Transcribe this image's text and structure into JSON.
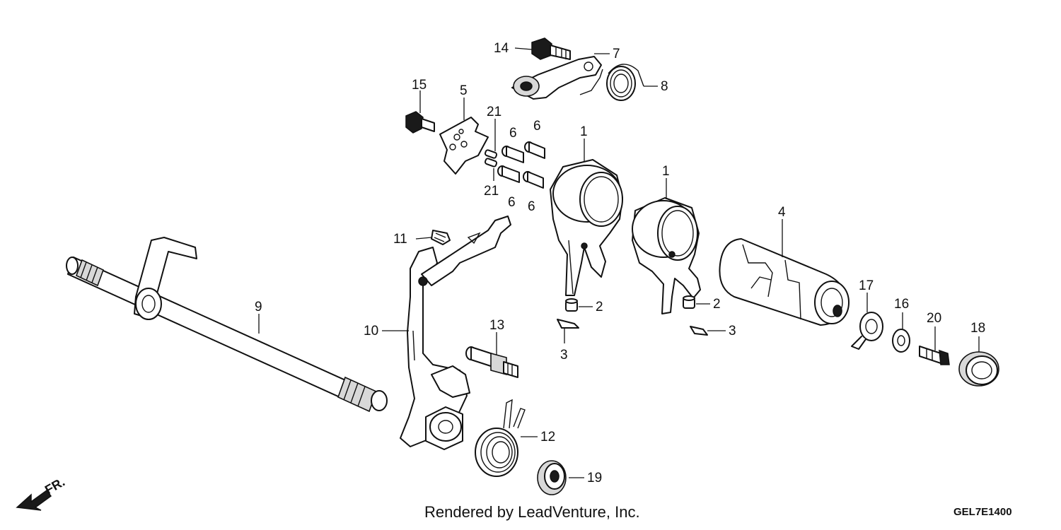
{
  "footer": {
    "credit": "Rendered by LeadVenture, Inc.",
    "diagram_code": "GEL7E1400"
  },
  "direction_indicator": {
    "label": "FR.",
    "icon": "front-arrow-icon"
  },
  "callouts": {
    "c1a": "1",
    "c1b": "1",
    "c2a": "2",
    "c2b": "2",
    "c3a": "3",
    "c3b": "3",
    "c4": "4",
    "c5": "5",
    "c6a": "6",
    "c6b": "6",
    "c6c": "6",
    "c6d": "6",
    "c7": "7",
    "c8": "8",
    "c9": "9",
    "c10": "10",
    "c11": "11",
    "c12": "12",
    "c13": "13",
    "c14": "14",
    "c15": "15",
    "c16": "16",
    "c17": "17",
    "c18": "18",
    "c19": "19",
    "c20": "20",
    "c21a": "21",
    "c21b": "21"
  }
}
